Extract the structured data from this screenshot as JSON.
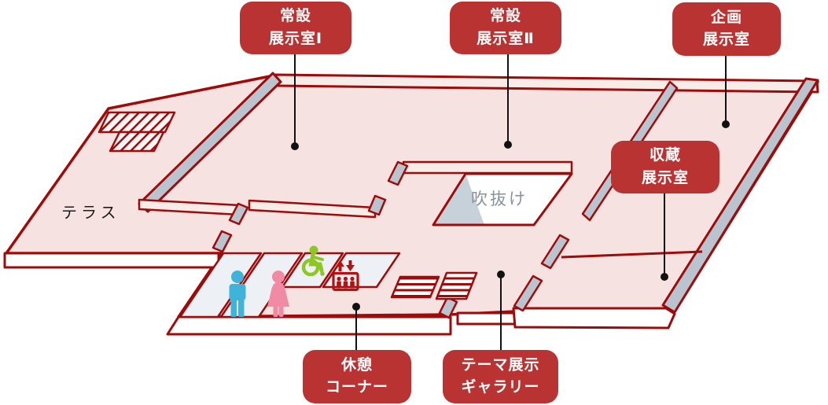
{
  "rooms": {
    "permanent1": {
      "line1": "常設",
      "line2": "展示室Ⅰ"
    },
    "permanent2": {
      "line1": "常設",
      "line2": "展示室Ⅱ"
    },
    "special": {
      "line1": "企画",
      "line2": "展示室"
    },
    "collection": {
      "line1": "収蔵",
      "line2": "展示室"
    },
    "rest": {
      "line1": "休憩",
      "line2": "コーナー"
    },
    "theme": {
      "line1": "テーマ展示",
      "line2": "ギャラリー"
    }
  },
  "floor": {
    "terrace": "テラス",
    "atrium": "吹抜け"
  },
  "icons": [
    {
      "name": "male-restroom-icon",
      "color": "#3fb3d9"
    },
    {
      "name": "female-restroom-icon",
      "color": "#f08ba3"
    },
    {
      "name": "wheelchair-accessible-icon",
      "color": "#8ec725"
    },
    {
      "name": "elevator-icon",
      "color": "#b61111"
    }
  ],
  "colors": {
    "label_background": "#b93333",
    "outline_red": "#9e0b0b",
    "floor_pink": "#f7e2e2",
    "wall_top_light": "#f8ece9",
    "wall_side_gray": "#b9c4ce",
    "atrium_gray": "#c7d1d9",
    "cell_white": "#edf1f6",
    "leader_line": "#111111"
  }
}
